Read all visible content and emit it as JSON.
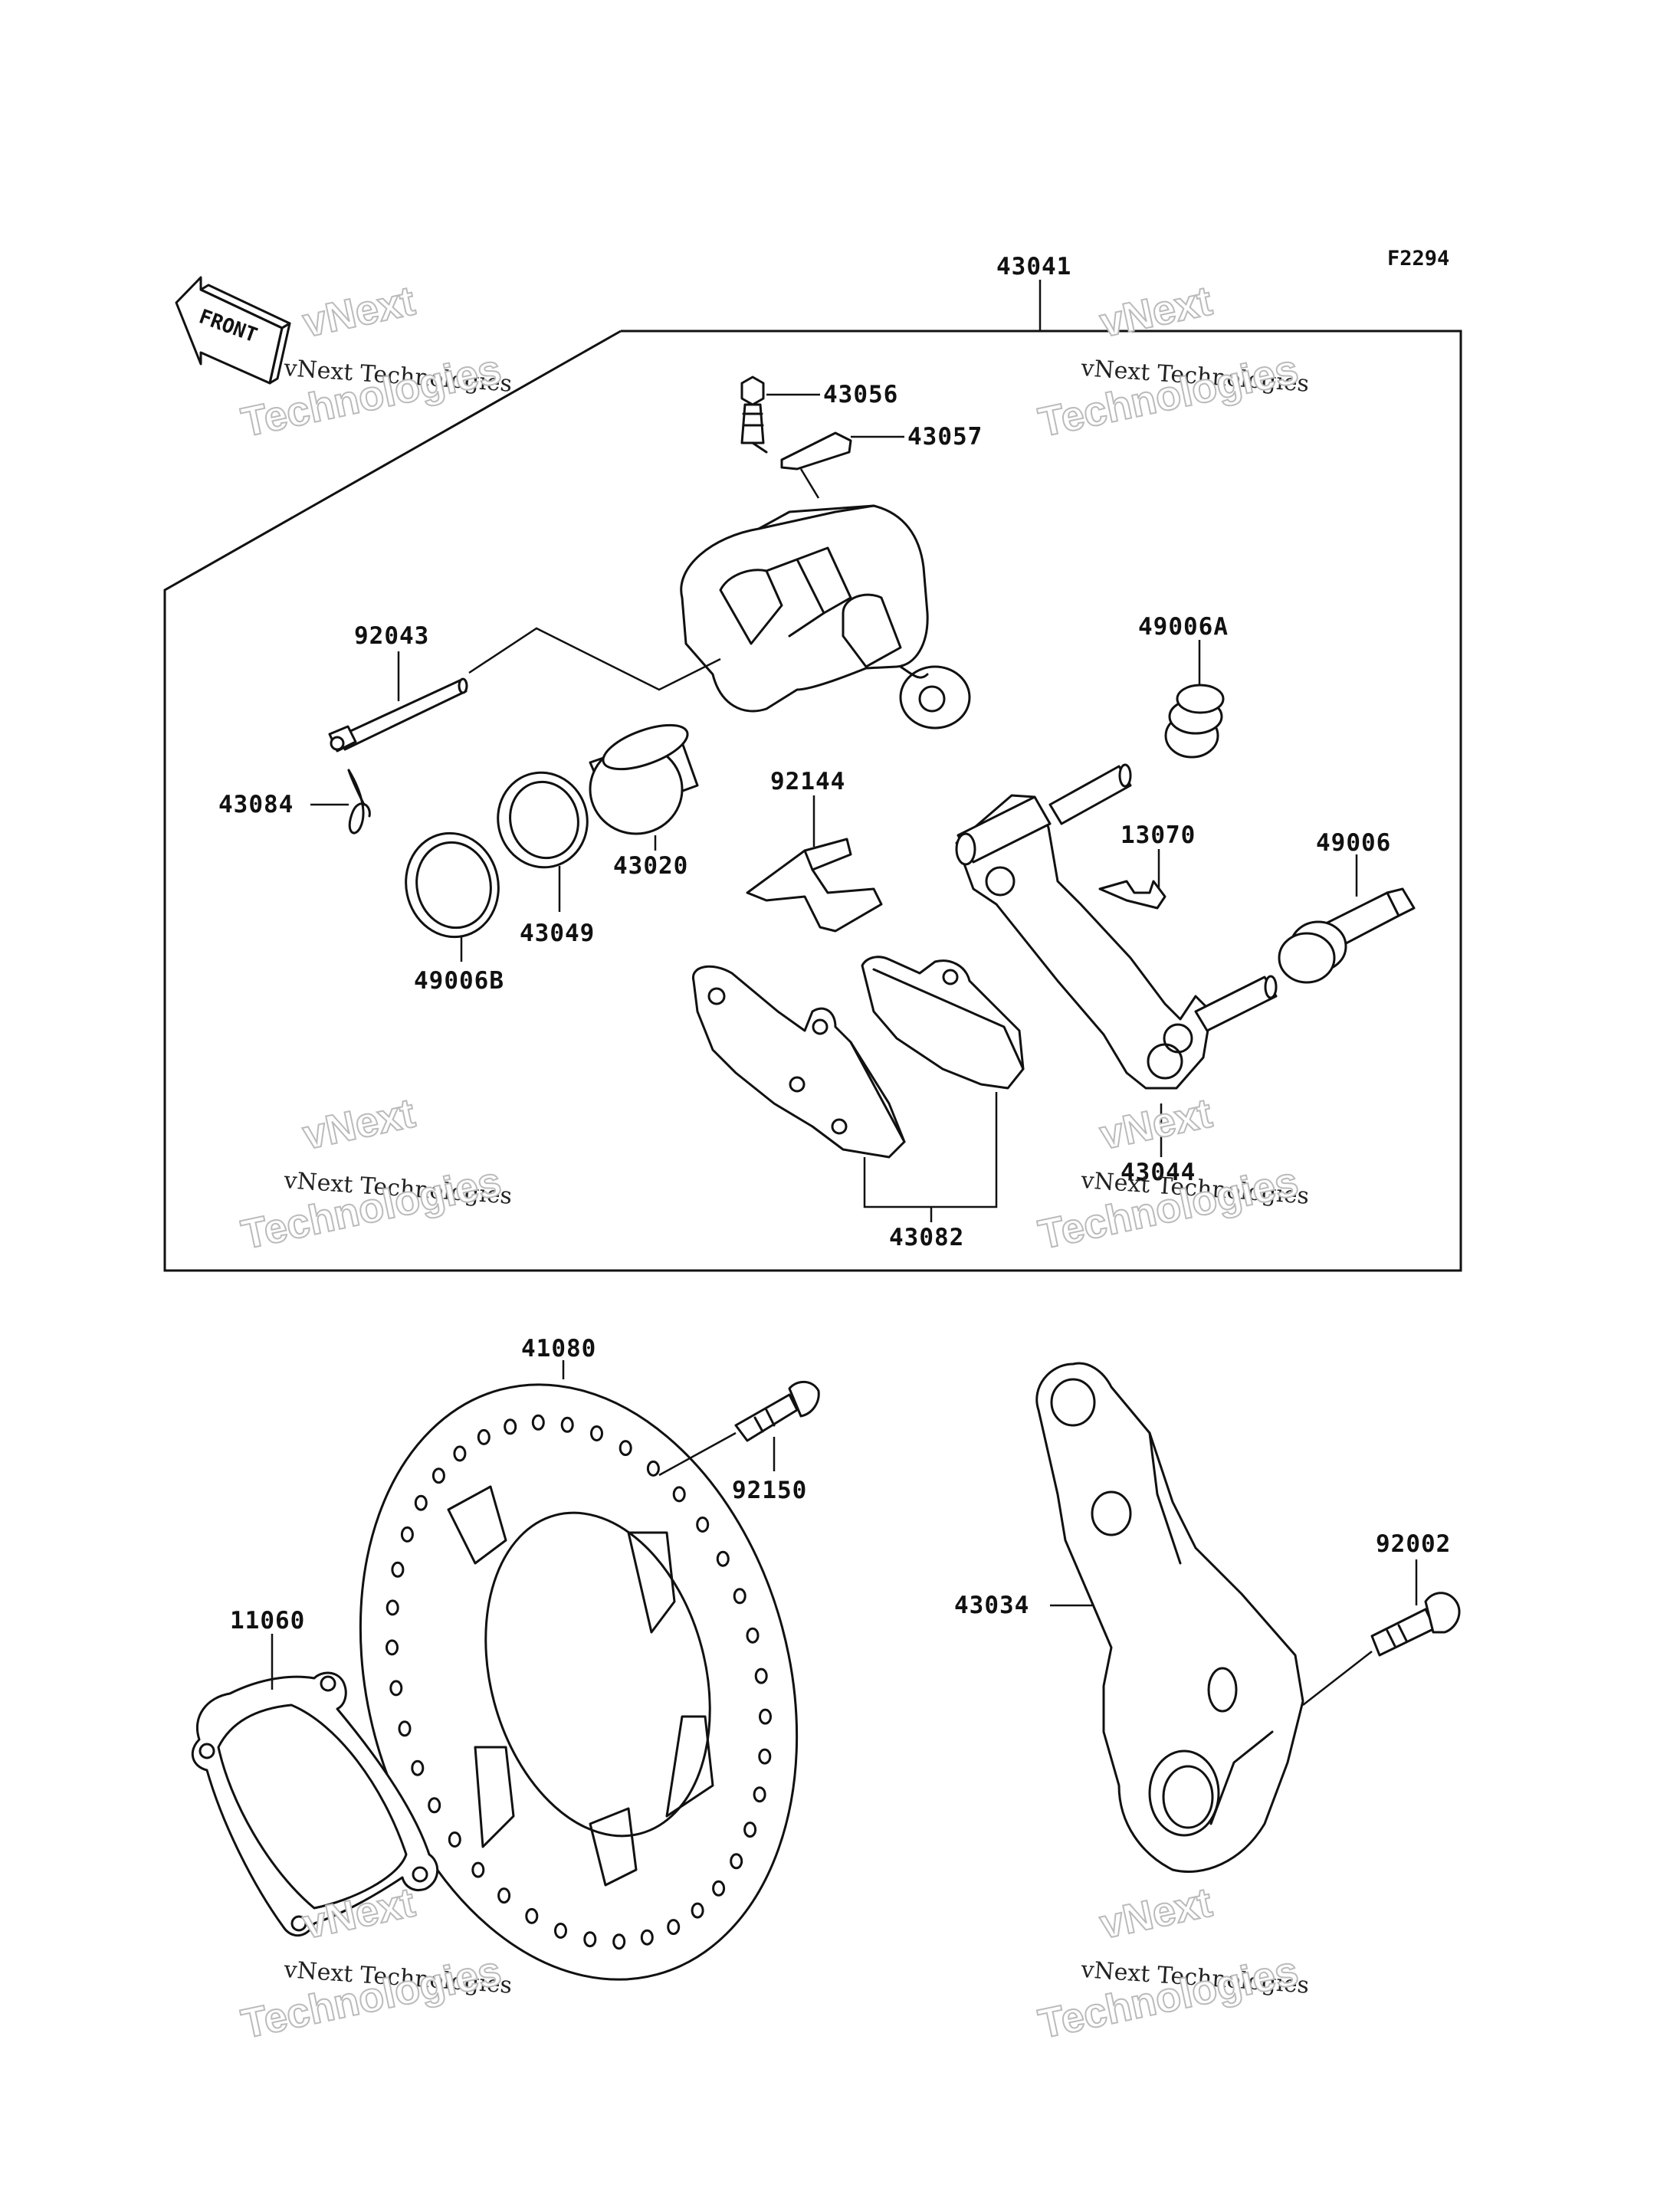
{
  "figure_code": "F2294",
  "front_label": "FRONT",
  "watermark": {
    "top": "vNext",
    "line": "vNext Technologies",
    "bottom": "Technologies"
  },
  "parts": {
    "p43041": "43041",
    "p43056": "43056",
    "p43057": "43057",
    "p92043": "92043",
    "p49006A": "49006A",
    "p43084": "43084",
    "p92144": "92144",
    "p13070": "13070",
    "p49006": "49006",
    "p43020": "43020",
    "p43049": "43049",
    "p49006B": "49006B",
    "p43044": "43044",
    "p43082": "43082",
    "p41080": "41080",
    "p92150": "92150",
    "p92002": "92002",
    "p11060": "11060",
    "p43034": "43034"
  }
}
